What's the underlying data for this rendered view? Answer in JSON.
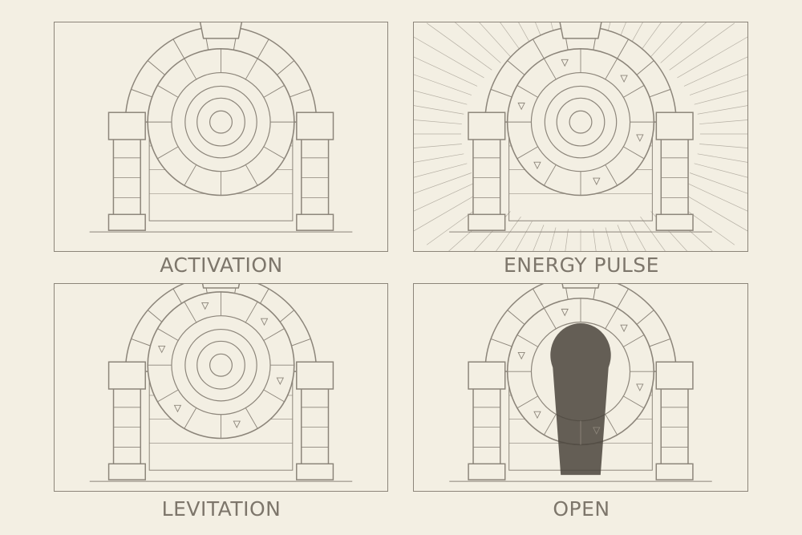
{
  "colors": {
    "paper": "#f3efe3",
    "pencil": "#8c857a",
    "dark": "#4a443c"
  },
  "panels": [
    {
      "label": "ACTIVATION",
      "state": "activation"
    },
    {
      "label": "ENERGY PULSE",
      "state": "pulse"
    },
    {
      "label": "LEVITATION",
      "state": "levitation"
    },
    {
      "label": "OPEN",
      "state": "open"
    }
  ]
}
